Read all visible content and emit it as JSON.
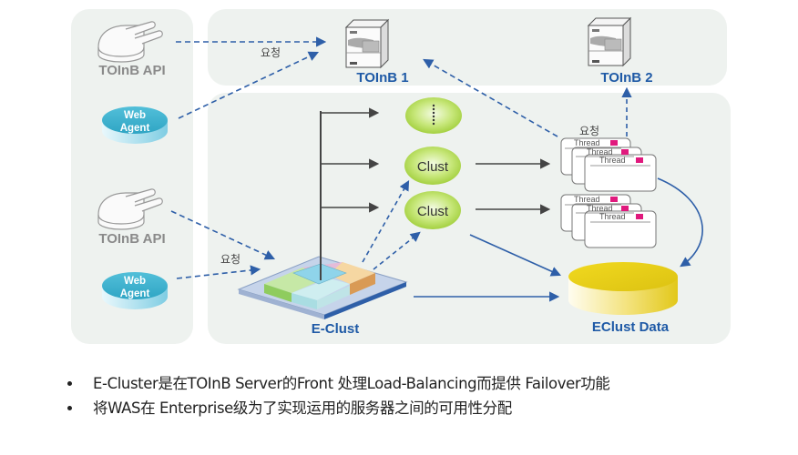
{
  "diagram": {
    "clients": [
      {
        "label": "TOInB API",
        "type": "plug"
      },
      {
        "label": "Web Agent",
        "type": "agent",
        "lines": [
          "Web",
          "Agent"
        ]
      },
      {
        "label": "TOInB API",
        "type": "plug"
      },
      {
        "label": "Web Agent",
        "type": "agent",
        "lines": [
          "Web",
          "Agent"
        ]
      }
    ],
    "servers": [
      {
        "label": "TOInB 1"
      },
      {
        "label": "TOInB 2"
      }
    ],
    "clusters": [
      {
        "label": "⋮"
      },
      {
        "label": "Clust"
      },
      {
        "label": "Clust"
      }
    ],
    "thread_label": "Thread",
    "request_label": "요청",
    "eclust_label": "E-Clust",
    "datastore_label": "EClust Data",
    "colors": {
      "panel_bg": "#eef2ef",
      "arrow_blue": "#2e5fa8",
      "arrow_dark": "#444444",
      "cluster_green": "#a6d23e",
      "agent_cyan": "#3cb2cf",
      "db_yellow": "#e6cc1c",
      "thread_marker": "#e0197d"
    }
  },
  "bullets": [
    "E-Cluster是在TOInB Server的Front 处理Load-Balancing而提供 Failover功能",
    "将WAS在 Enterprise级为了实现运用的服务器之间的可用性分配"
  ]
}
